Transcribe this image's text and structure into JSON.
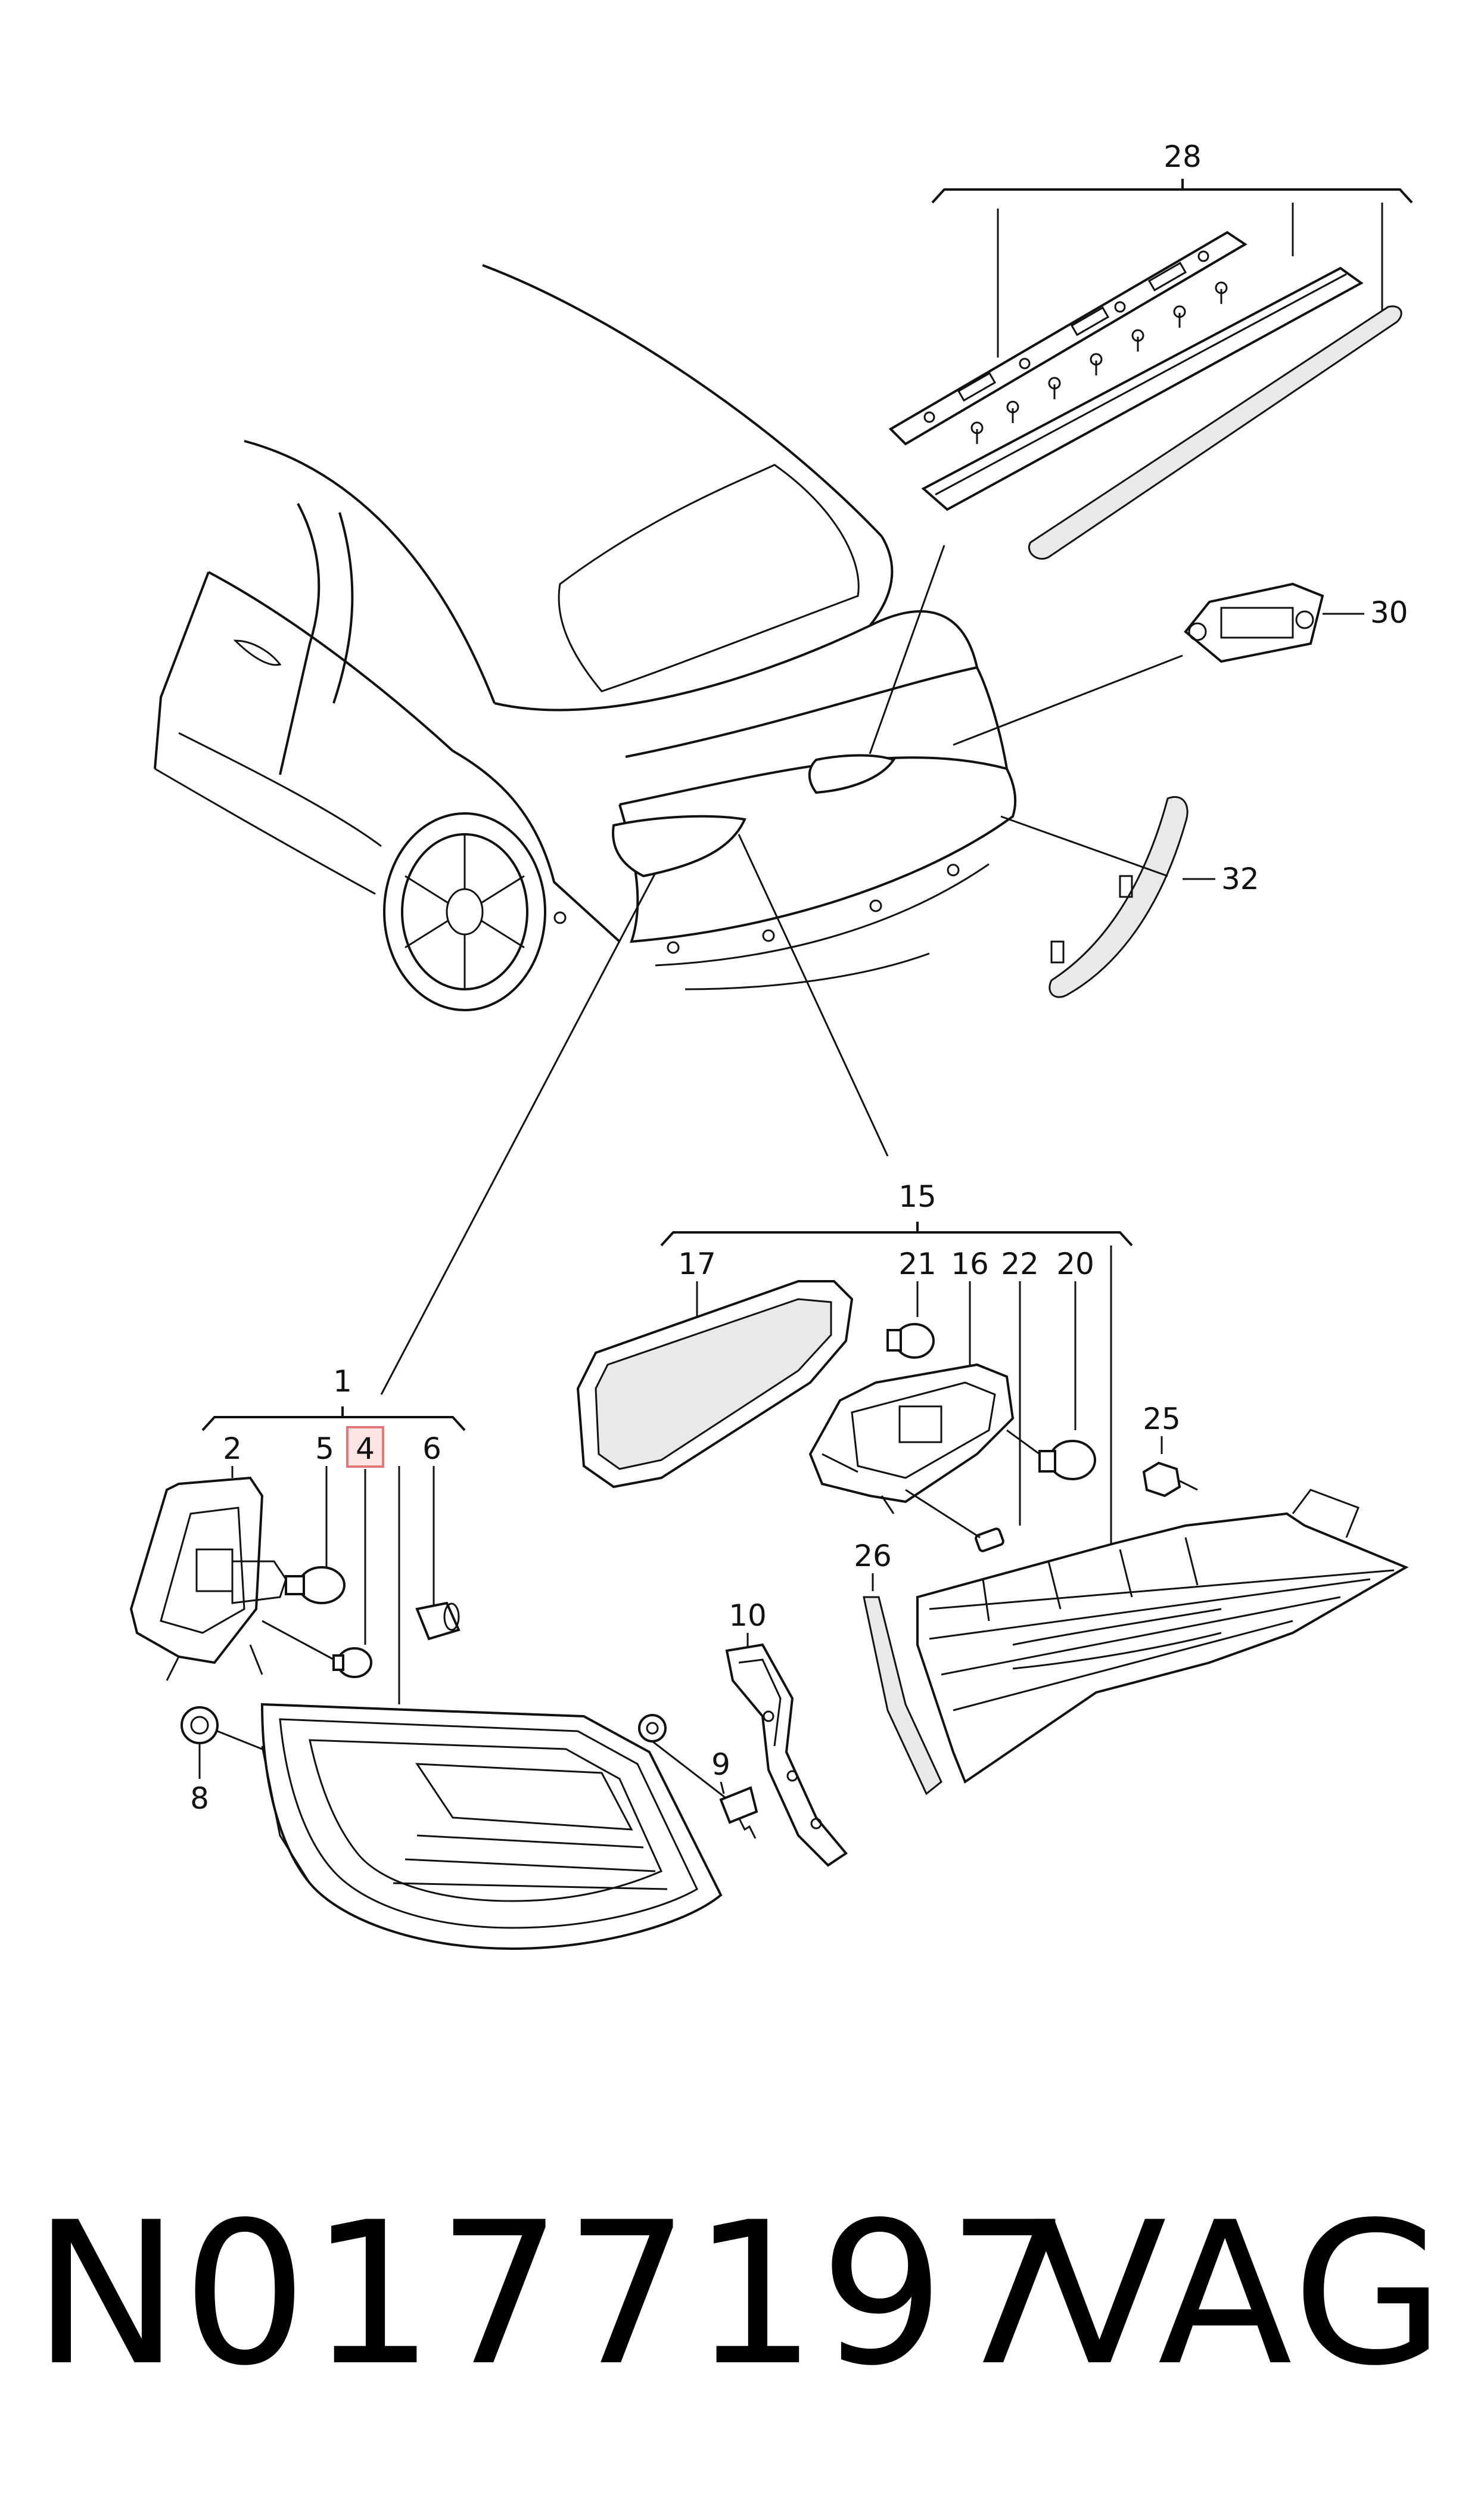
{
  "callouts": {
    "c1": "1",
    "c2": "2",
    "c4": "4",
    "c5": "5",
    "c6": "6",
    "c8": "8",
    "c9": "9",
    "c10": "10",
    "c15": "15",
    "c16": "16",
    "c17": "17",
    "c20": "20",
    "c21": "21",
    "c22": "22",
    "c25": "25",
    "c26": "26",
    "c28": "28",
    "c30": "30",
    "c32": "32"
  },
  "footer": {
    "part_number": "N0177197",
    "brand": "VAG"
  }
}
